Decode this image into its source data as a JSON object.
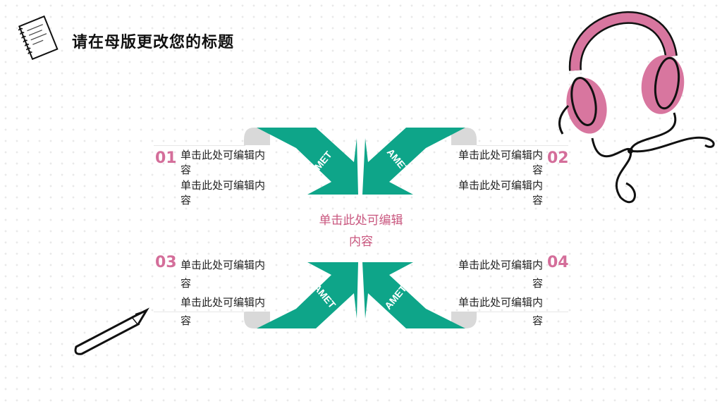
{
  "header": {
    "title": "请在母版更改您的标题"
  },
  "arrow_label": "AMET",
  "center": {
    "line1": "单击此处可编辑",
    "line2": "内容"
  },
  "items": [
    {
      "num": "01",
      "text1": "单击此处可编辑内容",
      "text2": "单击此处可编辑内容"
    },
    {
      "num": "02",
      "text1": "单击此处可编辑内容",
      "text2": "单击此处可编辑内容"
    },
    {
      "num": "03",
      "text1": "单击此处可编辑内容",
      "text2": "单击此处可编辑内容"
    },
    {
      "num": "04",
      "text1": "单击此处可编辑内容",
      "text2": "单击此处可编辑内容"
    }
  ],
  "colors": {
    "arrow": "#0ea589",
    "accent": "#d46e9a",
    "gray": "#d9d9d9",
    "headphones": "#d8769f"
  },
  "icons": [
    "notebook-icon",
    "headphones-illustration",
    "pen-illustration"
  ]
}
